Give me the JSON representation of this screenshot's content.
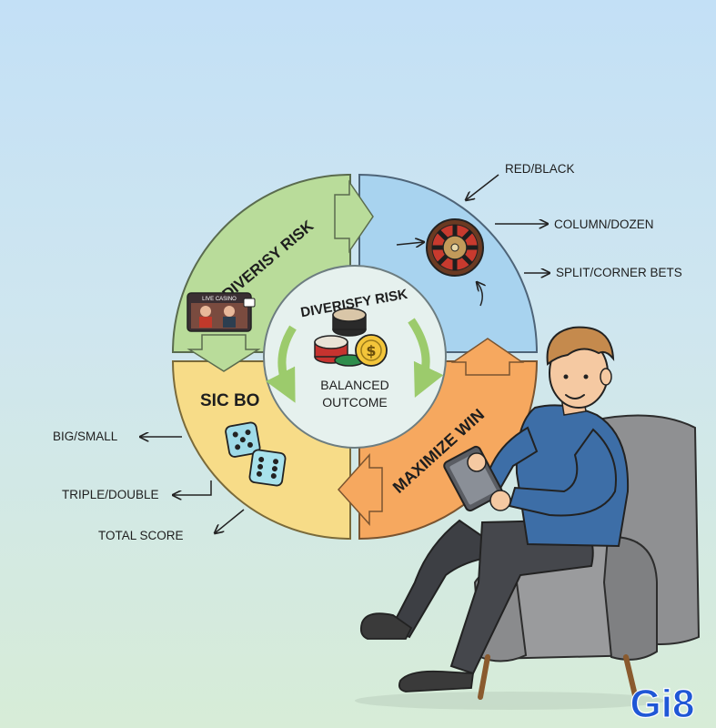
{
  "quadrants": {
    "top_left": {
      "label": "DIVERISY RISK",
      "color": "#b9dc9a"
    },
    "top_right": {
      "color": "#a8d3ef"
    },
    "bottom_left": {
      "label": "SIC BO",
      "color": "#f7dc88"
    },
    "bottom_right": {
      "label": "MAXIMIZE WIN",
      "color": "#f6a85f"
    }
  },
  "center": {
    "title": "DIVERISFY RISK",
    "line1": "BALANCED",
    "line2": "OUTCOME"
  },
  "card": {
    "caption": "LIVE CASINO"
  },
  "roulette_bets": [
    "RED/BLACK",
    "COLUMN/DOZEN",
    "SPLIT/CORNER BETS"
  ],
  "sicbo_bets": [
    "BIG/SMALL",
    "TRIPLE/DOUBLE",
    "TOTAL SCORE"
  ],
  "icons": [
    "roulette-wheel-icon",
    "poker-chips-icon",
    "dollar-coin-icon",
    "dice-icon",
    "live-casino-card-icon"
  ],
  "brand": {
    "logo": "Gi8",
    "color": "#1f57d6"
  }
}
